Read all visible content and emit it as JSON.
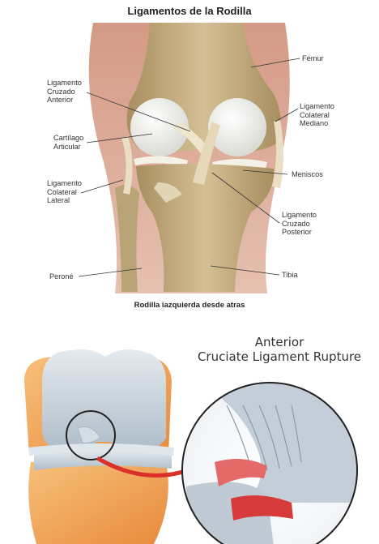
{
  "top_figure": {
    "title": "Ligamentos de la Rodilla",
    "caption": "Rodilla iazquierda desde atras",
    "labels": {
      "ligamento_cruzado_anterior": [
        "Ligamento",
        "Cruzado",
        "Anterior"
      ],
      "cartilago_articular": [
        "Cartílago",
        "Articular"
      ],
      "ligamento_colateral_lateral": [
        "Ligamento",
        "Colateral",
        "Lateral"
      ],
      "perone": "Peroné",
      "femur": "Fémur",
      "ligamento_colateral_mediano": [
        "Ligamento",
        "Colateral",
        "Mediano"
      ],
      "meniscos": "Meniscos",
      "ligamento_cruzado_posterior": [
        "Ligamento",
        "Cruzado",
        "Posterior"
      ],
      "tibia": "Tibia"
    }
  },
  "bottom_figure": {
    "title_line1": "Anterior",
    "title_line2": "Cruciate Ligament Rupture"
  },
  "colors": {
    "bone": "#c9b48a",
    "skin": "#d9a38f",
    "cartilage": "#f3f3f0",
    "ligament": "#e8dcc0",
    "bone_orange": "#f2a45c",
    "cartilage_blue": "#c8d3dc",
    "rupture_red": "#d63a3a"
  }
}
